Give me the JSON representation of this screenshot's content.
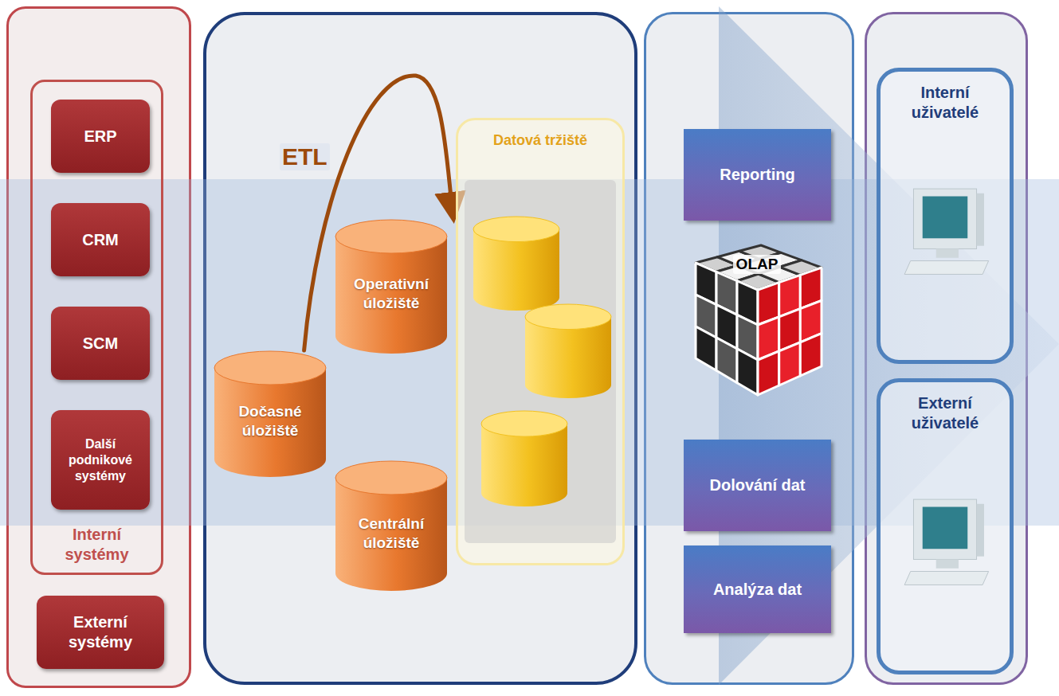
{
  "diagram": {
    "nodes": [
      {
        "text": [
          "Interní systémy"
        ]
      },
      {
        "text": [
          "ERP"
        ],
        "in": 0
      },
      {
        "text": [
          "CRM"
        ],
        "in": 0
      },
      {
        "text": [
          "SCM"
        ],
        "in": 0
      },
      {
        "text": [
          "Další podnikové systémy"
        ],
        "in": 0
      },
      {
        "text": [
          "Externí systémy"
        ]
      },
      {
        "text": [
          "Dočasné úložiště"
        ]
      },
      {
        "text": [
          "Operativní úložiště"
        ]
      },
      {
        "text": [
          "Centrální úložiště"
        ]
      },
      {
        "text": [
          "Datová tržiště"
        ]
      },
      {
        "text": [
          "Reporting"
        ]
      },
      {
        "text": [
          "OLAP"
        ]
      },
      {
        "text": [
          "Dolování dat"
        ]
      },
      {
        "text": [
          "Analýza dat"
        ]
      },
      {
        "text": [
          "Interní uživatelé"
        ]
      },
      {
        "text": [
          "Externí uživatelé"
        ]
      }
    ],
    "edges": [
      {
        "from": 6,
        "to": 9,
        "label": "ETL",
        "arrow": "to"
      }
    ]
  }
}
